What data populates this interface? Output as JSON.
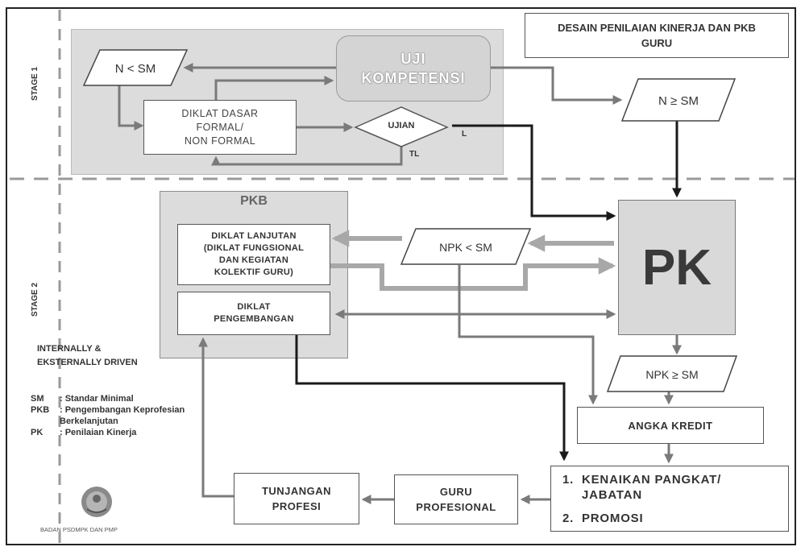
{
  "title": "DESAIN PENILAIAN KINERJA DAN PKB\nGURU",
  "stages": {
    "stage1": "STAGE 1",
    "stage2": "STAGE 2"
  },
  "nodes": {
    "n_lt_sm": "N < SM",
    "uji_kompetensi": "UJI\nKOMPETENSI",
    "n_ge_sm": "N ≥ SM",
    "diklat_dasar": "DIKLAT DASAR\nFORMAL/\nNON FORMAL",
    "ujian": "UJIAN",
    "pkb": "PKB",
    "diklat_lanjutan": "DIKLAT LANJUTAN\n(DIKLAT FUNGSIONAL\nDAN KEGIATAN\nKOLEKTIF GURU)",
    "diklat_pengembangan": "DIKLAT\nPENGEMBANGAN",
    "npk_lt_sm": "NPK < SM",
    "pk": "PK",
    "npk_ge_sm": "NPK ≥ SM",
    "angka_kredit": "ANGKA KREDIT",
    "kenaikan": [
      {
        "num": "1.",
        "text": "KENAIKAN PANGKAT/\nJABATAN"
      },
      {
        "num": "2.",
        "text": "PROMOSI"
      }
    ],
    "guru_profesional": "GURU\nPROFESIONAL",
    "tunjangan_profesi": "TUNJANGAN\nPROFESI"
  },
  "edge_labels": {
    "lulus": "L",
    "tidak_lulus": "TL"
  },
  "driven_label": "INTERNALLY &\nEKSTERNALLY DRIVEN",
  "legend": [
    {
      "abbr": "SM",
      "desc": ": Standar Minimal"
    },
    {
      "abbr": "PKB",
      "desc": ": Pengembangan  Keprofesian\n  Berkelanjutan"
    },
    {
      "abbr": "PK",
      "desc": ": Penilaian Kinerja"
    }
  ],
  "logo_caption": "BADAN PSDMPK DAN PMP",
  "colors": {
    "arrow_gray": "#7a7a7a",
    "arrow_dark": "#1a1a1a",
    "panel_gray": "#dcdcdc",
    "dash": "#9a9a9a"
  }
}
